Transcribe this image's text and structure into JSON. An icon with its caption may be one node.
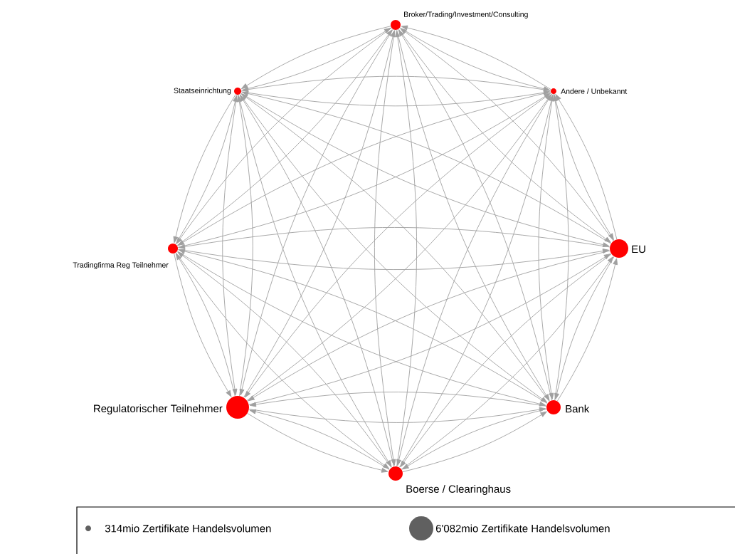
{
  "diagram": {
    "nodes": [
      {
        "text": [],
        "shape": "circle",
        "beside": [
          "Broker/Trading/Investment/Consulting"
        ]
      },
      {
        "text": [],
        "shape": "circle",
        "beside": [
          "Staatseinrichtung"
        ]
      },
      {
        "text": [],
        "shape": "circle",
        "beside": [
          "Andere / Unbekannt"
        ]
      },
      {
        "text": [],
        "shape": "circle",
        "beside": [
          "Tradingfirma Reg Teilnehmer"
        ]
      },
      {
        "text": [],
        "shape": "circle",
        "beside": [
          "EU"
        ]
      },
      {
        "text": [],
        "shape": "circle",
        "beside": [
          "Regulatorischer Teilnehmer"
        ]
      },
      {
        "text": [],
        "shape": "circle",
        "beside": [
          "Bank"
        ]
      },
      {
        "text": [],
        "shape": "circle",
        "beside": [
          "Boerse / Clearinghaus"
        ]
      }
    ],
    "edges": [
      {
        "from": 0,
        "to": 1,
        "arrow": "to"
      },
      {
        "from": 0,
        "to": 2,
        "arrow": "to"
      },
      {
        "from": 0,
        "to": 3,
        "arrow": "to"
      },
      {
        "from": 0,
        "to": 4,
        "arrow": "to"
      },
      {
        "from": 0,
        "to": 5,
        "arrow": "to"
      },
      {
        "from": 0,
        "to": 6,
        "arrow": "to"
      },
      {
        "from": 0,
        "to": 7,
        "arrow": "to"
      },
      {
        "from": 1,
        "to": 0,
        "arrow": "to"
      },
      {
        "from": 1,
        "to": 2,
        "arrow": "to"
      },
      {
        "from": 1,
        "to": 3,
        "arrow": "to"
      },
      {
        "from": 1,
        "to": 4,
        "arrow": "to"
      },
      {
        "from": 1,
        "to": 5,
        "arrow": "to"
      },
      {
        "from": 1,
        "to": 6,
        "arrow": "to"
      },
      {
        "from": 1,
        "to": 7,
        "arrow": "to"
      },
      {
        "from": 2,
        "to": 0,
        "arrow": "to"
      },
      {
        "from": 2,
        "to": 1,
        "arrow": "to"
      },
      {
        "from": 2,
        "to": 3,
        "arrow": "to"
      },
      {
        "from": 2,
        "to": 4,
        "arrow": "to"
      },
      {
        "from": 2,
        "to": 5,
        "arrow": "to"
      },
      {
        "from": 2,
        "to": 6,
        "arrow": "to"
      },
      {
        "from": 2,
        "to": 7,
        "arrow": "to"
      },
      {
        "from": 3,
        "to": 0,
        "arrow": "to"
      },
      {
        "from": 3,
        "to": 1,
        "arrow": "to"
      },
      {
        "from": 3,
        "to": 2,
        "arrow": "to"
      },
      {
        "from": 3,
        "to": 4,
        "arrow": "to"
      },
      {
        "from": 3,
        "to": 5,
        "arrow": "to"
      },
      {
        "from": 3,
        "to": 6,
        "arrow": "to"
      },
      {
        "from": 3,
        "to": 7,
        "arrow": "to"
      },
      {
        "from": 4,
        "to": 0,
        "arrow": "to"
      },
      {
        "from": 4,
        "to": 1,
        "arrow": "to"
      },
      {
        "from": 4,
        "to": 2,
        "arrow": "to"
      },
      {
        "from": 4,
        "to": 3,
        "arrow": "to"
      },
      {
        "from": 4,
        "to": 5,
        "arrow": "to"
      },
      {
        "from": 4,
        "to": 6,
        "arrow": "to"
      },
      {
        "from": 4,
        "to": 7,
        "arrow": "to"
      },
      {
        "from": 5,
        "to": 0,
        "arrow": "to"
      },
      {
        "from": 5,
        "to": 1,
        "arrow": "to"
      },
      {
        "from": 5,
        "to": 2,
        "arrow": "to"
      },
      {
        "from": 5,
        "to": 3,
        "arrow": "to"
      },
      {
        "from": 5,
        "to": 4,
        "arrow": "to"
      },
      {
        "from": 5,
        "to": 6,
        "arrow": "to"
      },
      {
        "from": 5,
        "to": 7,
        "arrow": "to"
      },
      {
        "from": 6,
        "to": 0,
        "arrow": "to"
      },
      {
        "from": 6,
        "to": 1,
        "arrow": "to"
      },
      {
        "from": 6,
        "to": 2,
        "arrow": "to"
      },
      {
        "from": 6,
        "to": 3,
        "arrow": "to"
      },
      {
        "from": 6,
        "to": 4,
        "arrow": "to"
      },
      {
        "from": 6,
        "to": 5,
        "arrow": "to"
      },
      {
        "from": 6,
        "to": 7,
        "arrow": "to"
      },
      {
        "from": 7,
        "to": 0,
        "arrow": "to"
      },
      {
        "from": 7,
        "to": 1,
        "arrow": "to"
      },
      {
        "from": 7,
        "to": 2,
        "arrow": "to"
      },
      {
        "from": 7,
        "to": 3,
        "arrow": "to"
      },
      {
        "from": 7,
        "to": 4,
        "arrow": "to"
      },
      {
        "from": 7,
        "to": 5,
        "arrow": "to"
      },
      {
        "from": 7,
        "to": 6,
        "arrow": "to"
      }
    ],
    "legend": [
      {
        "text": "314mio Zertifikate Handelsvolumen"
      },
      {
        "text": "6'082mio Zertifikate Handelsvolumen"
      }
    ]
  }
}
